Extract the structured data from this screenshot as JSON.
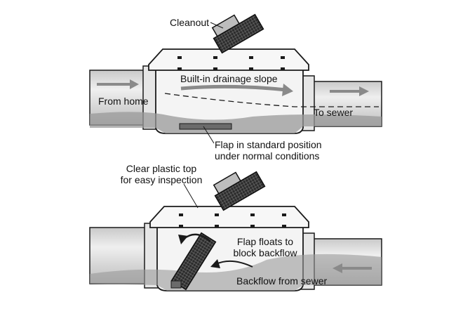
{
  "top_diagram": {
    "cleanout_label": "Cleanout",
    "slope_label": "Built-in drainage slope",
    "inlet_label": "From home",
    "outlet_label": "To sewer",
    "flap_label_line1": "Flap in standard position",
    "flap_label_line2": "under normal conditions"
  },
  "bottom_diagram": {
    "top_label_line1": "Clear plastic top",
    "top_label_line2": "for easy inspection",
    "flap_label_line1": "Flap floats to",
    "flap_label_line2": "block backflow",
    "backflow_label": "Backflow from sewer"
  },
  "colors": {
    "pipe_fill": "#d6d6d6",
    "pipe_highlight": "#ededed",
    "outline": "#1a1a1a",
    "water": "#9a9a9a",
    "cap_dark": "#2b2b2b",
    "body_fill": "#f4f4f4"
  }
}
